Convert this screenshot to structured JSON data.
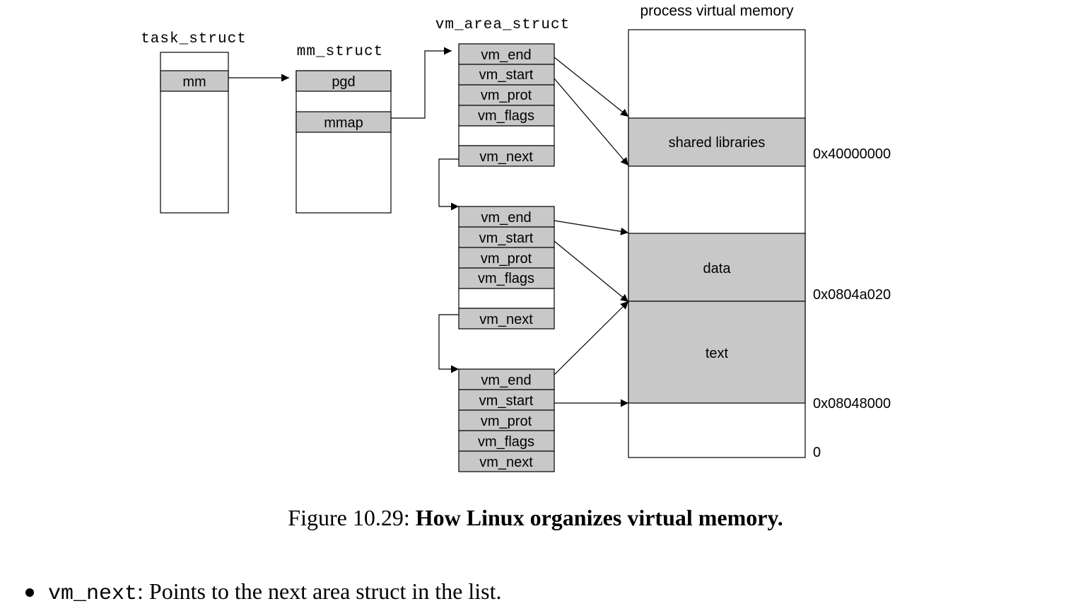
{
  "diagram": {
    "task_struct": {
      "title": "task_struct",
      "mm_label": "mm"
    },
    "mm_struct": {
      "title": "mm_struct",
      "pgd_label": "pgd",
      "mmap_label": "mmap"
    },
    "vm_area_struct": {
      "title": "vm_area_struct",
      "areas": [
        {
          "fields": [
            "vm_end",
            "vm_start",
            "vm_prot",
            "vm_flags",
            "",
            "vm_next"
          ]
        },
        {
          "fields": [
            "vm_end",
            "vm_start",
            "vm_prot",
            "vm_flags",
            "",
            "vm_next"
          ]
        },
        {
          "fields": [
            "vm_end",
            "vm_start",
            "vm_prot",
            "vm_flags",
            "vm_next"
          ]
        }
      ]
    },
    "process_memory": {
      "title": "process virtual memory",
      "segments": [
        "shared libraries",
        "data",
        "text"
      ],
      "addresses": [
        "0x40000000",
        "0x0804a020",
        "0x08048000",
        "0"
      ]
    }
  },
  "caption": {
    "prefix": "Figure 10.29:",
    "title": "How Linux organizes virtual memory."
  },
  "bullet": {
    "code": "vm_next",
    "text": ": Points to the next area struct in the list."
  }
}
